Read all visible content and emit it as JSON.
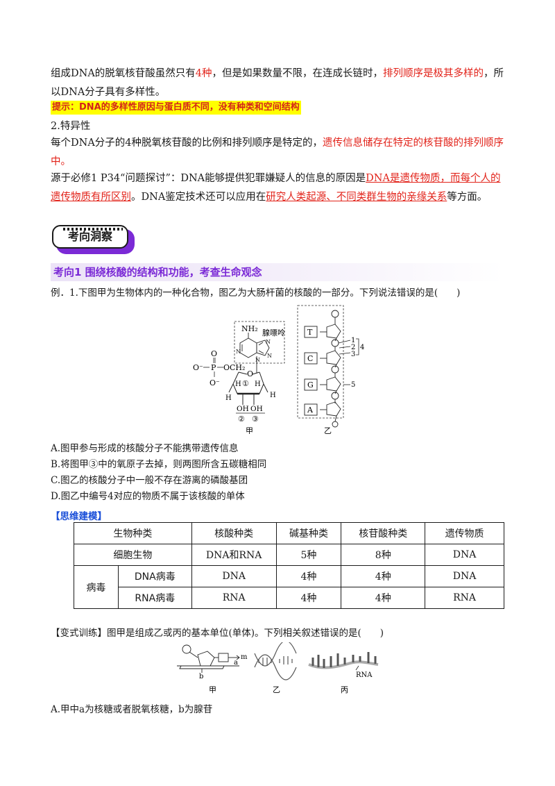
{
  "para1": {
    "a": "组成DNA的脱氧核苷酸虽然只有",
    "b": "4种",
    "c": "，但是如果数量不限，在连成长链时，",
    "d": "排列顺序是极其多样的",
    "e": "，所",
    "line2": "以DNA分子具有多样性。"
  },
  "hint": "提示：DNA的多样性原因与蛋白质不同，没有种类和空间结构",
  "section2_title": "2.特异性",
  "para2": {
    "a": "每个DNA分子的4种脱氧核苷酸的比例和排列顺序是特定的，",
    "b": "遗传信息储存在特定的核苷酸的排列顺序",
    "line2": "中。"
  },
  "para3": {
    "a": "源于必修1 P34“问题探讨”：DNA能够提供犯罪嫌疑人的信息的原因是",
    "b": "DNA是遗传物质，而每个人的",
    "line2a": "遗传物质有所区别",
    "line2b": "。DNA鉴定技术还可以应用在",
    "line2c": "研究人类起源、不同类群生物的亲缘关系",
    "line2d": "等方面。"
  },
  "badge_text": "考向洞察",
  "topic_title": "考向1 围绕核酸的结构和功能，考查生命观念",
  "question": "例．1.下图甲为生物体内的一种化合物，图乙为大肠杆菌的核酸的一部分。下列说法错误的是(　　)",
  "figure1": {
    "nh2": "NH₂",
    "base_label": "腺嘌呤",
    "o_minus_1": "O⁻",
    "o_minus_2": "O⁻",
    "p": "P",
    "o_double": "O",
    "och2": "OCH₂",
    "o_ring": "O",
    "h_left": "H",
    "circle1": "①",
    "h_right": "H",
    "h_bottom_left": "H",
    "h_bottom_right": "H",
    "oh1": "OH",
    "oh2": "OH",
    "num2": "②",
    "num3": "③",
    "caption": "甲"
  },
  "figure2": {
    "bases": [
      "T",
      "C",
      "G",
      "A"
    ],
    "num1": "1",
    "num2": "2",
    "num3": "3",
    "num4": "4",
    "num5": "5",
    "caption": "乙"
  },
  "options": [
    "A.图甲参与形成的核酸分子不能携带遗传信息",
    "B.将图甲③中的氧原子去掉，则两图所含五碳糖相同",
    "C.图乙的核酸分子中一般不存在游离的磷酸基团",
    "D.图乙中编号4对应的物质不属于该核酸的单体"
  ],
  "model_label": "【思维建模】",
  "table": {
    "headers": [
      "生物种类",
      "核酸种类",
      "碱基种类",
      "核苷酸种类",
      "遗传物质"
    ],
    "row1": [
      "细胞生物",
      "DNA和RNA",
      "5种",
      "8种",
      "DNA"
    ],
    "virus": "病毒",
    "row2": [
      "DNA病毒",
      "DNA",
      "4种",
      "4种",
      "DNA"
    ],
    "row3": [
      "RNA病毒",
      "RNA",
      "4种",
      "4种",
      "RNA"
    ]
  },
  "variant": "【变式训练】图甲是组成乙或丙的基本单位(单体)。下列相关叙述错误的是(　　)",
  "figure3": {
    "m": "m",
    "a": "a",
    "b": "b",
    "rna": "RNA",
    "cap1": "甲",
    "cap2": "乙",
    "cap3": "丙"
  },
  "option_last": "A.甲中a为核糖或者脱氧核糖，b为腺苷",
  "colors": {
    "red": "#e2231a",
    "purple": "#7b2ad6",
    "blue": "#1a4fd8",
    "highlight": "#ffff00"
  }
}
